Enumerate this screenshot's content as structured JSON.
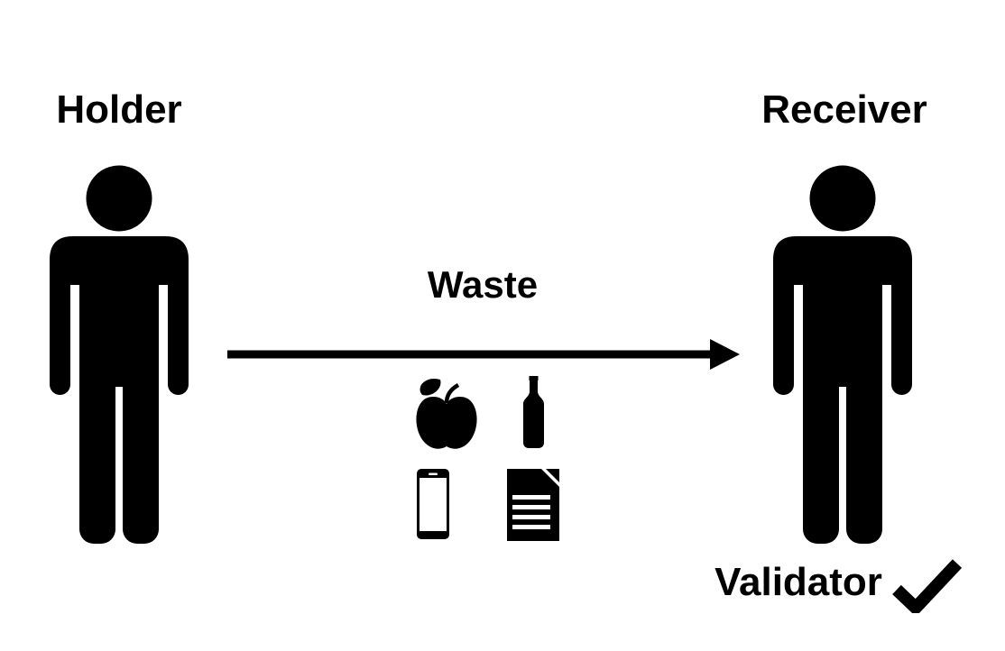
{
  "labels": {
    "holder": "Holder",
    "receiver": "Receiver",
    "waste": "Waste",
    "validator": "Validator"
  },
  "actors": [
    {
      "role": "Holder",
      "icon": "person-icon",
      "position": "left"
    },
    {
      "role": "Receiver",
      "icon": "person-icon",
      "position": "right"
    }
  ],
  "flow": {
    "from": "Holder",
    "to": "Receiver",
    "label": "Waste",
    "icon": "arrow-right-icon",
    "direction": "left-to-right"
  },
  "waste_items": [
    {
      "icon": "apple-icon"
    },
    {
      "icon": "bottle-icon"
    },
    {
      "icon": "smartphone-icon"
    },
    {
      "icon": "document-icon"
    }
  ],
  "validator": {
    "label": "Validator",
    "icon": "checkmark-icon"
  },
  "colors": {
    "foreground": "#000000",
    "background": "#ffffff"
  }
}
